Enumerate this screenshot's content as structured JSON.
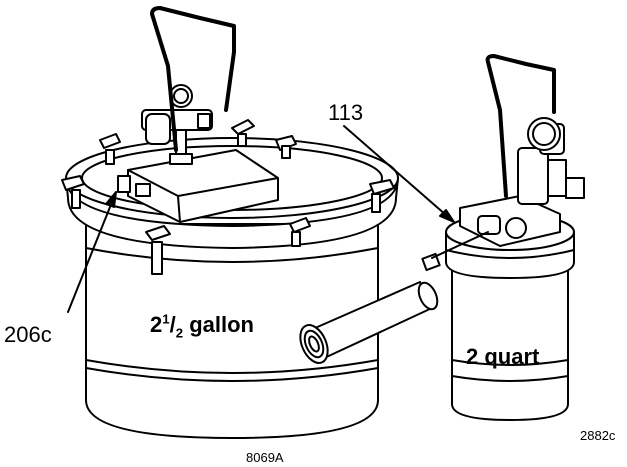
{
  "callouts": {
    "part_206c": "206c",
    "part_113": "113"
  },
  "tanks": {
    "large": {
      "size_whole": "2",
      "frac_num": "1",
      "frac_den": "2",
      "unit": "gallon"
    },
    "small": {
      "label": "2 quart"
    }
  },
  "figure_refs": {
    "large_tank": "8069A",
    "small_tank": "2882c"
  },
  "colors": {
    "ink": "#000000",
    "paper": "#ffffff"
  }
}
